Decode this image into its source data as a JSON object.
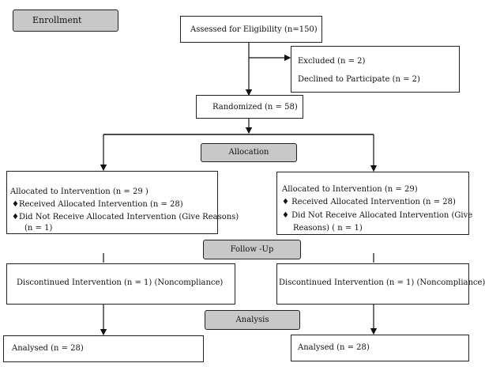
{
  "stages": {
    "enrollment": "Enrollment",
    "allocation": "Allocation",
    "follow_up": "Follow -Up",
    "analysis": "Analysis"
  },
  "assessed": "Assessed for Eligibility (n=150)",
  "excluded": {
    "line1": "Excluded (n = 2)",
    "line2": "Declined to Participate (n = 2)"
  },
  "randomized": "Randomized (n = 58)",
  "left": {
    "allocated": "Allocated to Intervention (n = 29 )",
    "received": "♦Received Allocated Intervention (n = 28)",
    "not_received_1": "♦Did Not Receive Allocated Intervention (Give Reasons)",
    "not_received_2": "(n = 1)",
    "discontinued": "Discontinued Intervention (n = 1) (Noncompliance)",
    "analysed": "Analysed (n = 28)"
  },
  "right": {
    "allocated": "Allocated to Intervention (n = 29)",
    "received": "♦ Received Allocated Intervention (n = 28)",
    "not_received_1": "♦ Did Not Receive Allocated Intervention (Give",
    "not_received_2": "Reasons) ( n = 1)",
    "discontinued": "Discontinued Intervention (n = 1) (Noncompliance)",
    "analysed": "Analysed (n = 28)"
  }
}
